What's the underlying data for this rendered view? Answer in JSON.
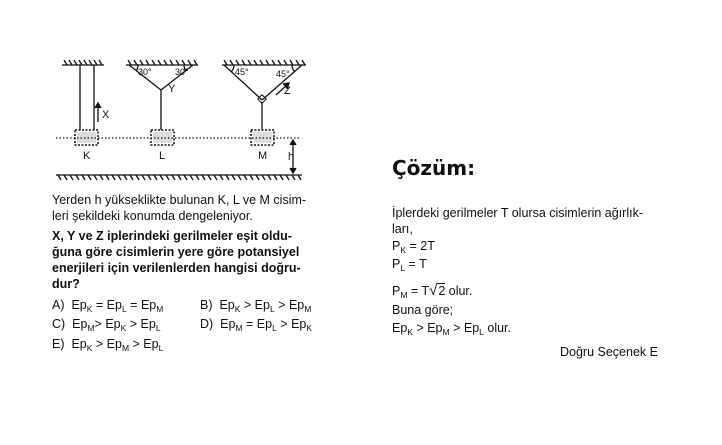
{
  "figure": {
    "angles": {
      "y_left": "30°",
      "y_right": "30°",
      "z_left": "45°",
      "z_right": "45°"
    },
    "ropes": {
      "x": "X",
      "y": "Y",
      "z": "Z"
    },
    "bodies": {
      "k": "K",
      "l": "L",
      "m": "M"
    },
    "height": "h"
  },
  "question": {
    "text_line1": "Yerden h yükseklikte bulunan K, L ve M cisim-",
    "text_line2": "leri şekildeki konumda dengeleniyor.",
    "bold_line1": "X, Y ve Z iplerindeki gerilmeler eşit oldu-",
    "bold_line2": "ğuna göre cisimlerin yere göre potansiyel",
    "bold_line3": "enerjileri için verilenlerden hangisi doğru-",
    "bold_line4": "dur?"
  },
  "options": {
    "a": {
      "letter": "A)",
      "p1": "Ep",
      "s1": "K",
      "o1": " = Ep",
      "s2": "L",
      "o2": " = Ep",
      "s3": "M"
    },
    "b": {
      "letter": "B)",
      "p1": "Ep",
      "s1": "K",
      "o1": " > Ep",
      "s2": "L",
      "o2": " > Ep",
      "s3": "M"
    },
    "c": {
      "letter": "C)",
      "p1": "Ep",
      "s1": "M",
      "o1": "> Ep",
      "s2": "K",
      "o2": " > Ep",
      "s3": "L"
    },
    "d": {
      "letter": "D)",
      "p1": "Ep",
      "s1": "M",
      "o1": " = Ep",
      "s2": "L",
      "o2": " > Ep",
      "s3": "K"
    },
    "e": {
      "letter": "E)",
      "p1": "Ep",
      "s1": "K",
      "o1": " > Ep",
      "s2": "M",
      "o2": " > Ep",
      "s3": "L"
    }
  },
  "solution": {
    "title": "Çözüm:",
    "intro1": "İplerdeki gerilmeler T olursa cisimlerin ağırlık-",
    "intro2": "ları,",
    "pk_p": "P",
    "pk_s": "K",
    "pk_v": " = 2T",
    "pl_p": "P",
    "pl_s": "L",
    "pl_v": " = T",
    "pm_p": "P",
    "pm_s": "M",
    "pm_v": " = T",
    "pm_root": "2",
    "pm_end": "  olur.",
    "buna": "Buna göre;",
    "res_p1": "Ep",
    "res_s1": "K",
    "res_o1": " > Ep",
    "res_s2": "M",
    "res_o2": " > Ep",
    "res_s3": "L",
    "res_end": " olur.",
    "answer": "Doğru Seçenek E"
  }
}
